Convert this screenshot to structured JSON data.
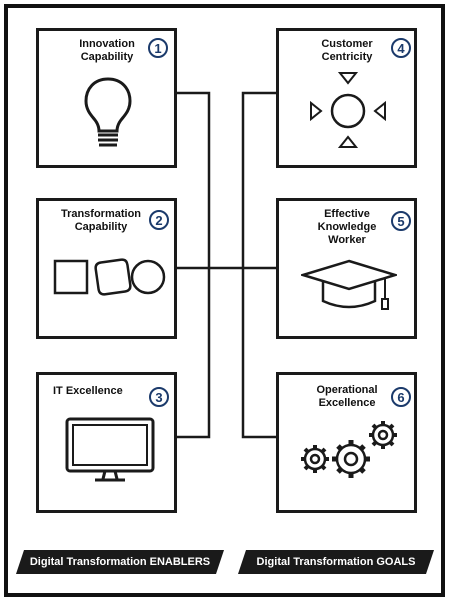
{
  "enablers": [
    {
      "number": "1",
      "title_line1": "Innovation",
      "title_line2": "Capability",
      "icon": "lightbulb-icon"
    },
    {
      "number": "2",
      "title_line1": "Transformation",
      "title_line2": "Capability",
      "icon": "shapes-icon"
    },
    {
      "number": "3",
      "title_line1": "IT Excellence",
      "title_line2": "",
      "icon": "monitor-icon"
    }
  ],
  "goals": [
    {
      "number": "4",
      "title_line1": "Customer",
      "title_line2": "Centricity",
      "title_line3": "",
      "icon": "customer-target-icon"
    },
    {
      "number": "5",
      "title_line1": "Effective",
      "title_line2": "Knowledge",
      "title_line3": "Worker",
      "icon": "graduation-cap-icon"
    },
    {
      "number": "6",
      "title_line1": "Operational",
      "title_line2": "Excellence",
      "title_line3": "",
      "icon": "gears-icon"
    }
  ],
  "banners": {
    "left": "Digital Transformation ENABLERS",
    "right": "Digital Transformation GOALS"
  },
  "colors": {
    "badge": "#1b3a6b",
    "lines": "#1a1a1a",
    "banner_bg": "#1a1a1a"
  }
}
